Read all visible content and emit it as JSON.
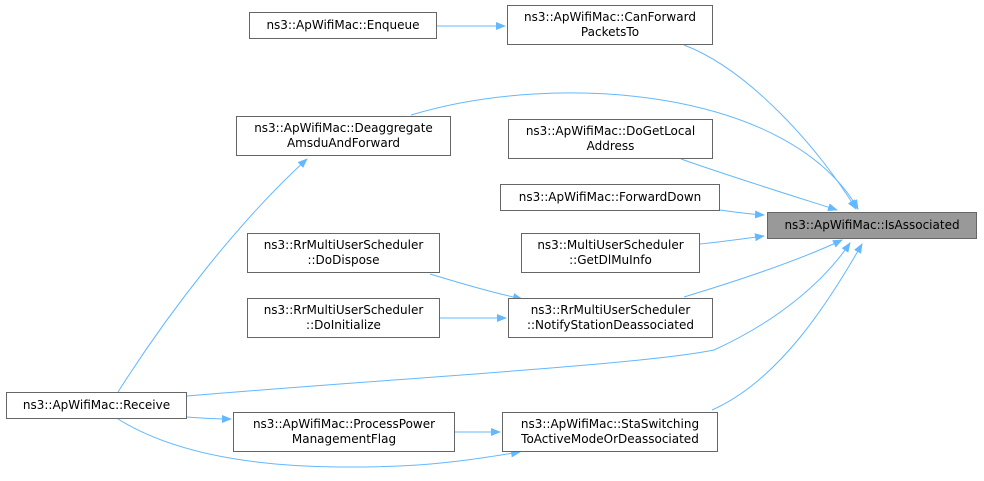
{
  "graph": {
    "accent_edge_color": "#63b8ff",
    "focus_fill": "#999999",
    "nodes": {
      "isassociated": {
        "lines": [
          "ns3::ApWifiMac::IsAssociated"
        ]
      },
      "enqueue": {
        "lines": [
          "ns3::ApWifiMac::Enqueue"
        ]
      },
      "canforward": {
        "lines": [
          "ns3::ApWifiMac::CanForward",
          "PacketsTo"
        ]
      },
      "deaggregate": {
        "lines": [
          "ns3::ApWifiMac::Deaggregate",
          "AmsduAndForward"
        ]
      },
      "dogetlocal": {
        "lines": [
          "ns3::ApWifiMac::DoGetLocal",
          "Address"
        ]
      },
      "forwarddown": {
        "lines": [
          "ns3::ApWifiMac::ForwardDown"
        ]
      },
      "rrdodispose": {
        "lines": [
          "ns3::RrMultiUserScheduler",
          "::DoDispose"
        ]
      },
      "getdlmuinfo": {
        "lines": [
          "ns3::MultiUserScheduler",
          "::GetDlMuInfo"
        ]
      },
      "rrdoinit": {
        "lines": [
          "ns3::RrMultiUserScheduler",
          "::DoInitialize"
        ]
      },
      "notifydeassoc": {
        "lines": [
          "ns3::RrMultiUserScheduler",
          "::NotifyStationDeassociated"
        ]
      },
      "receive": {
        "lines": [
          "ns3::ApWifiMac::Receive"
        ]
      },
      "processpower": {
        "lines": [
          "ns3::ApWifiMac::ProcessPower",
          "ManagementFlag"
        ]
      },
      "staswitching": {
        "lines": [
          "ns3::ApWifiMac::StaSwitching",
          "ToActiveModeOrDeassociated"
        ]
      }
    }
  }
}
